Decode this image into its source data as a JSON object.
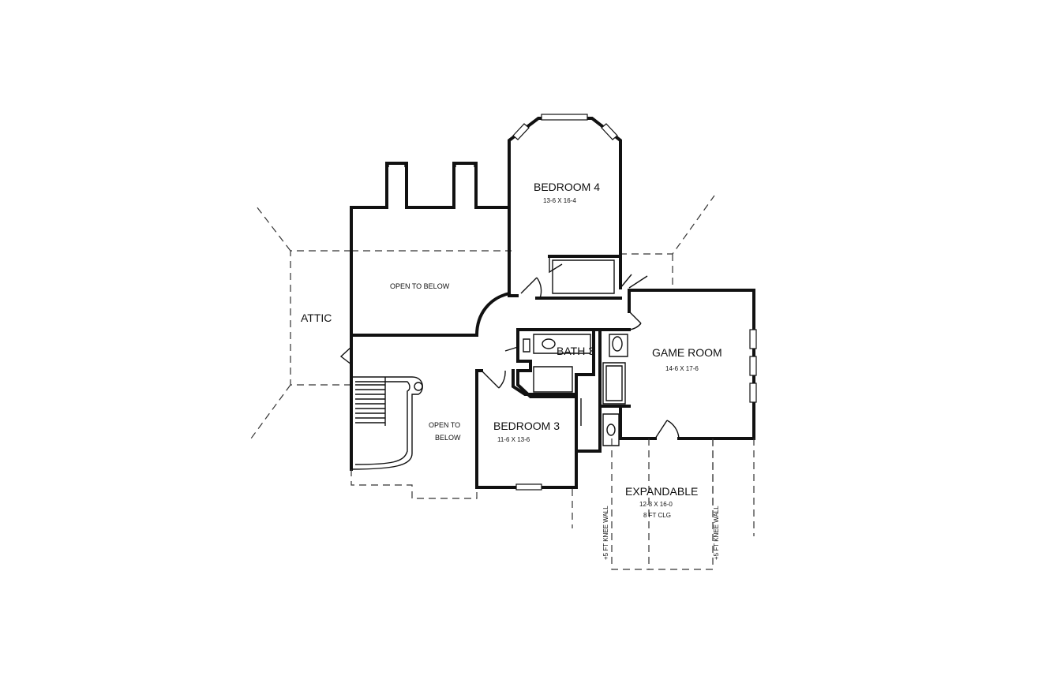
{
  "rooms": {
    "bedroom4": {
      "name": "BEDROOM 4",
      "size": "13-6 X 16-4"
    },
    "open_to_below_top": {
      "name": "OPEN TO BELOW"
    },
    "attic": {
      "name": "ATTIC"
    },
    "bath3": {
      "name": "BATH 3"
    },
    "game_room": {
      "name": "GAME ROOM",
      "size": "14-6 X 17-6"
    },
    "open_to_below_stair": {
      "line1": "OPEN TO",
      "line2": "BELOW"
    },
    "bedroom3": {
      "name": "BEDROOM 3",
      "size": "11-6 X 13-6"
    },
    "expandable": {
      "name": "EXPANDABLE",
      "size": "12-3 X 16-0",
      "ceiling": "8 FT CLG"
    }
  },
  "annotations": {
    "knee_wall_left": "+5 FT KNEE WALL",
    "knee_wall_right": "+5 FT KNEE WALL"
  }
}
